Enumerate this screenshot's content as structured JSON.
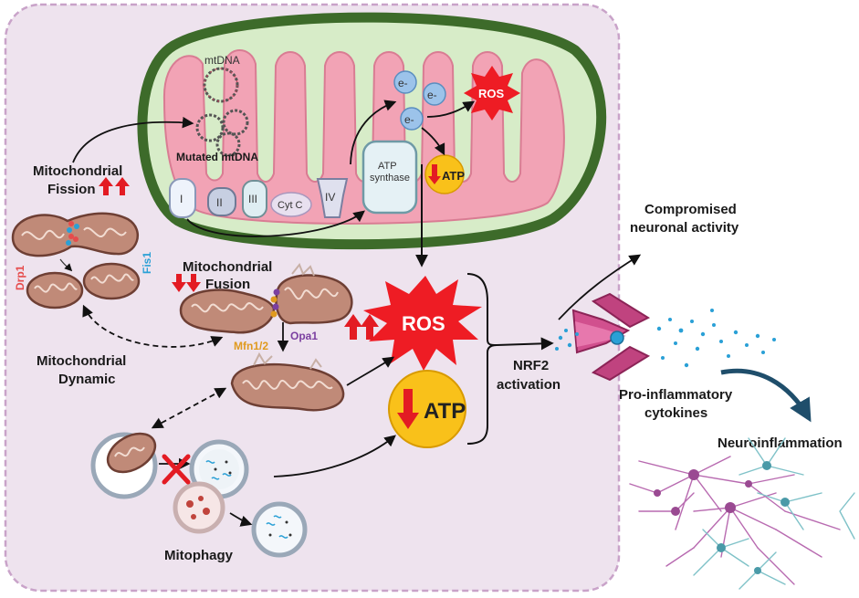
{
  "labels": {
    "mtdna": "mtDNA",
    "mutated_mtdna": "Mutated mtDNA",
    "fission_line1": "Mitochondrial",
    "fission_line2": "Fission",
    "fusion_line1": "Mitochondrial",
    "fusion_line2": "Fusion",
    "dynamic_line1": "Mitochondrial",
    "dynamic_line2": "Dynamic",
    "drp1": "Drp1",
    "fis1": "Fis1",
    "mfn": "Mfn1/2",
    "opa1": "Opa1",
    "complex_1": "I",
    "complex_2": "II",
    "complex_3": "III",
    "cytc": "Cyt C",
    "complex_4": "IV",
    "atp_synthase_line1": "ATP",
    "atp_synthase_line2": "synthase",
    "electron": "e-",
    "ros_small": "ROS",
    "atp_small": "ATP",
    "ros_big": "ROS",
    "atp_big": "ATP",
    "nrf2_line1": "NRF2",
    "nrf2_line2": "activation",
    "compromised_line1": "Compromised",
    "compromised_line2": "neuronal activity",
    "cytokines_line1": "Pro-inflammatory",
    "cytokines_line2": "cytokines",
    "neuroinflammation": "Neuroinflammation",
    "mitophagy": "Mitophagy"
  },
  "colors": {
    "panel_fill": "#eee3ee",
    "panel_border": "#c9a3c9",
    "mito_outer": "#3d6b2a",
    "mito_inner_fill": "#d7ecc8",
    "matrix_pink": "#f2a3b5",
    "ros_red": "#ee1c24",
    "atp_yellow": "#f9c11a",
    "arrow_red": "#e31b23",
    "electron_blue": "#9cc3ea",
    "drp1_red": "#e64c4c",
    "fis1_blue": "#2aa0d6",
    "mfn_orange": "#e09a1f",
    "opa1_purple": "#7b3fa0",
    "receptor_pink": "#d1508e"
  }
}
